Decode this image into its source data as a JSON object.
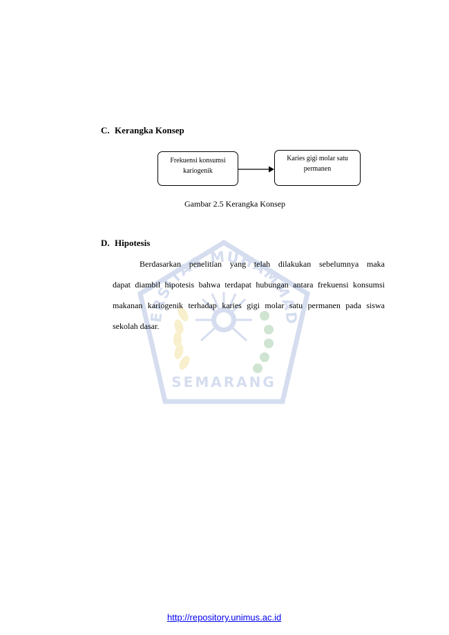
{
  "section_c": {
    "number": "C.",
    "title": "Kerangka Konsep"
  },
  "diagram": {
    "left_box_line1": "Frekuensi konsumsi",
    "left_box_line2": "kariogenik",
    "right_box_line1": "Karies gigi molar satu",
    "right_box_line2": "permanen",
    "caption": "Gambar 2.5 Kerangka Konsep"
  },
  "section_d": {
    "number": "D.",
    "title": "Hipotesis",
    "lines": [
      "Berdasarkan penelitian yang telah dilakukan sebelumnya maka",
      "dapat diambil hipotesis bahwa terdapat hubungan antara frekuensi konsumsi",
      "makanan kariogenik terhadap karies gigi molar satu permanen pada siswa",
      "sekolah dasar."
    ]
  },
  "watermark": {
    "top_text": "UNIVERSITAS MUHAMMADIYAH",
    "bottom_text": "SEMARANG",
    "colors": {
      "blue": "#6a88c8",
      "yellow": "#e8c84a",
      "green": "#5aa060"
    }
  },
  "footer": {
    "link_text": "http://repository.unimus.ac.id"
  }
}
